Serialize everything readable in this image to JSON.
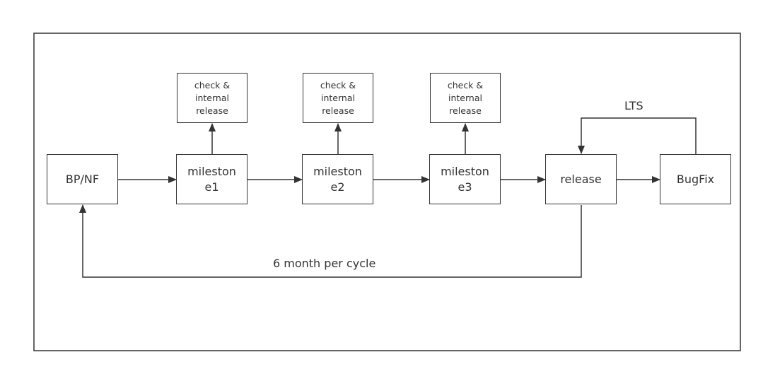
{
  "diagram": {
    "nodes": {
      "bpnf": "BP/NF",
      "m1": "mileston\ne1",
      "m2": "mileston\ne2",
      "m3": "mileston\ne3",
      "release": "release",
      "bugfix": "BugFix",
      "c1": "check &\ninternal\nrelease",
      "c2": "check &\ninternal\nrelease",
      "c3": "check &\ninternal\nrelease"
    },
    "labels": {
      "lts": "LTS",
      "cycle": "6 month per cycle"
    },
    "colors": {
      "line": "#333333",
      "background": "#ffffff"
    }
  }
}
